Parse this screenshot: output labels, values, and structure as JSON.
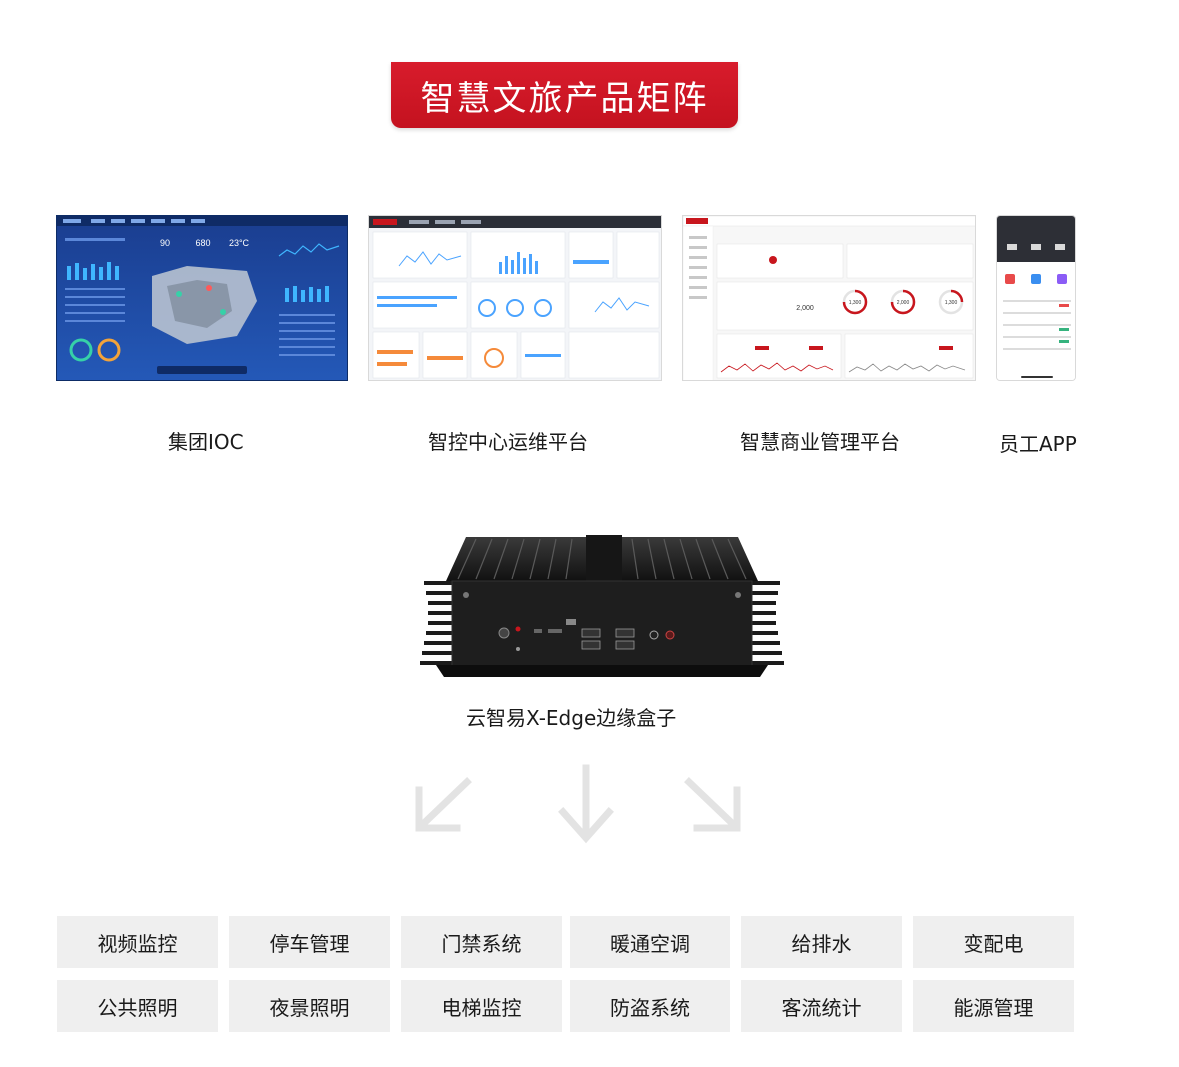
{
  "title": "智慧文旅产品矩阵",
  "products": [
    {
      "label": "集团IOC"
    },
    {
      "label": "智控中心运维平台"
    },
    {
      "label": "智慧商业管理平台"
    },
    {
      "label": "员工APP"
    }
  ],
  "edge_box": {
    "label": "云智易X-Edge边缘盒子"
  },
  "systems": [
    "视频监控",
    "停车管理",
    "门禁系统",
    "暖通空调",
    "给排水",
    "变配电",
    "公共照明",
    "夜景照明",
    "电梯监控",
    "防盗系统",
    "客流统计",
    "能源管理"
  ],
  "ioc_stats": [
    "90",
    "680",
    "23°C"
  ],
  "commercial_stats": [
    "2,000",
    "1,300",
    "2,000",
    "1,300"
  ],
  "colors": {
    "brand_red": "#c8161d",
    "ioc_blue": "#1c4fa8",
    "tile_bg": "#efefef"
  }
}
